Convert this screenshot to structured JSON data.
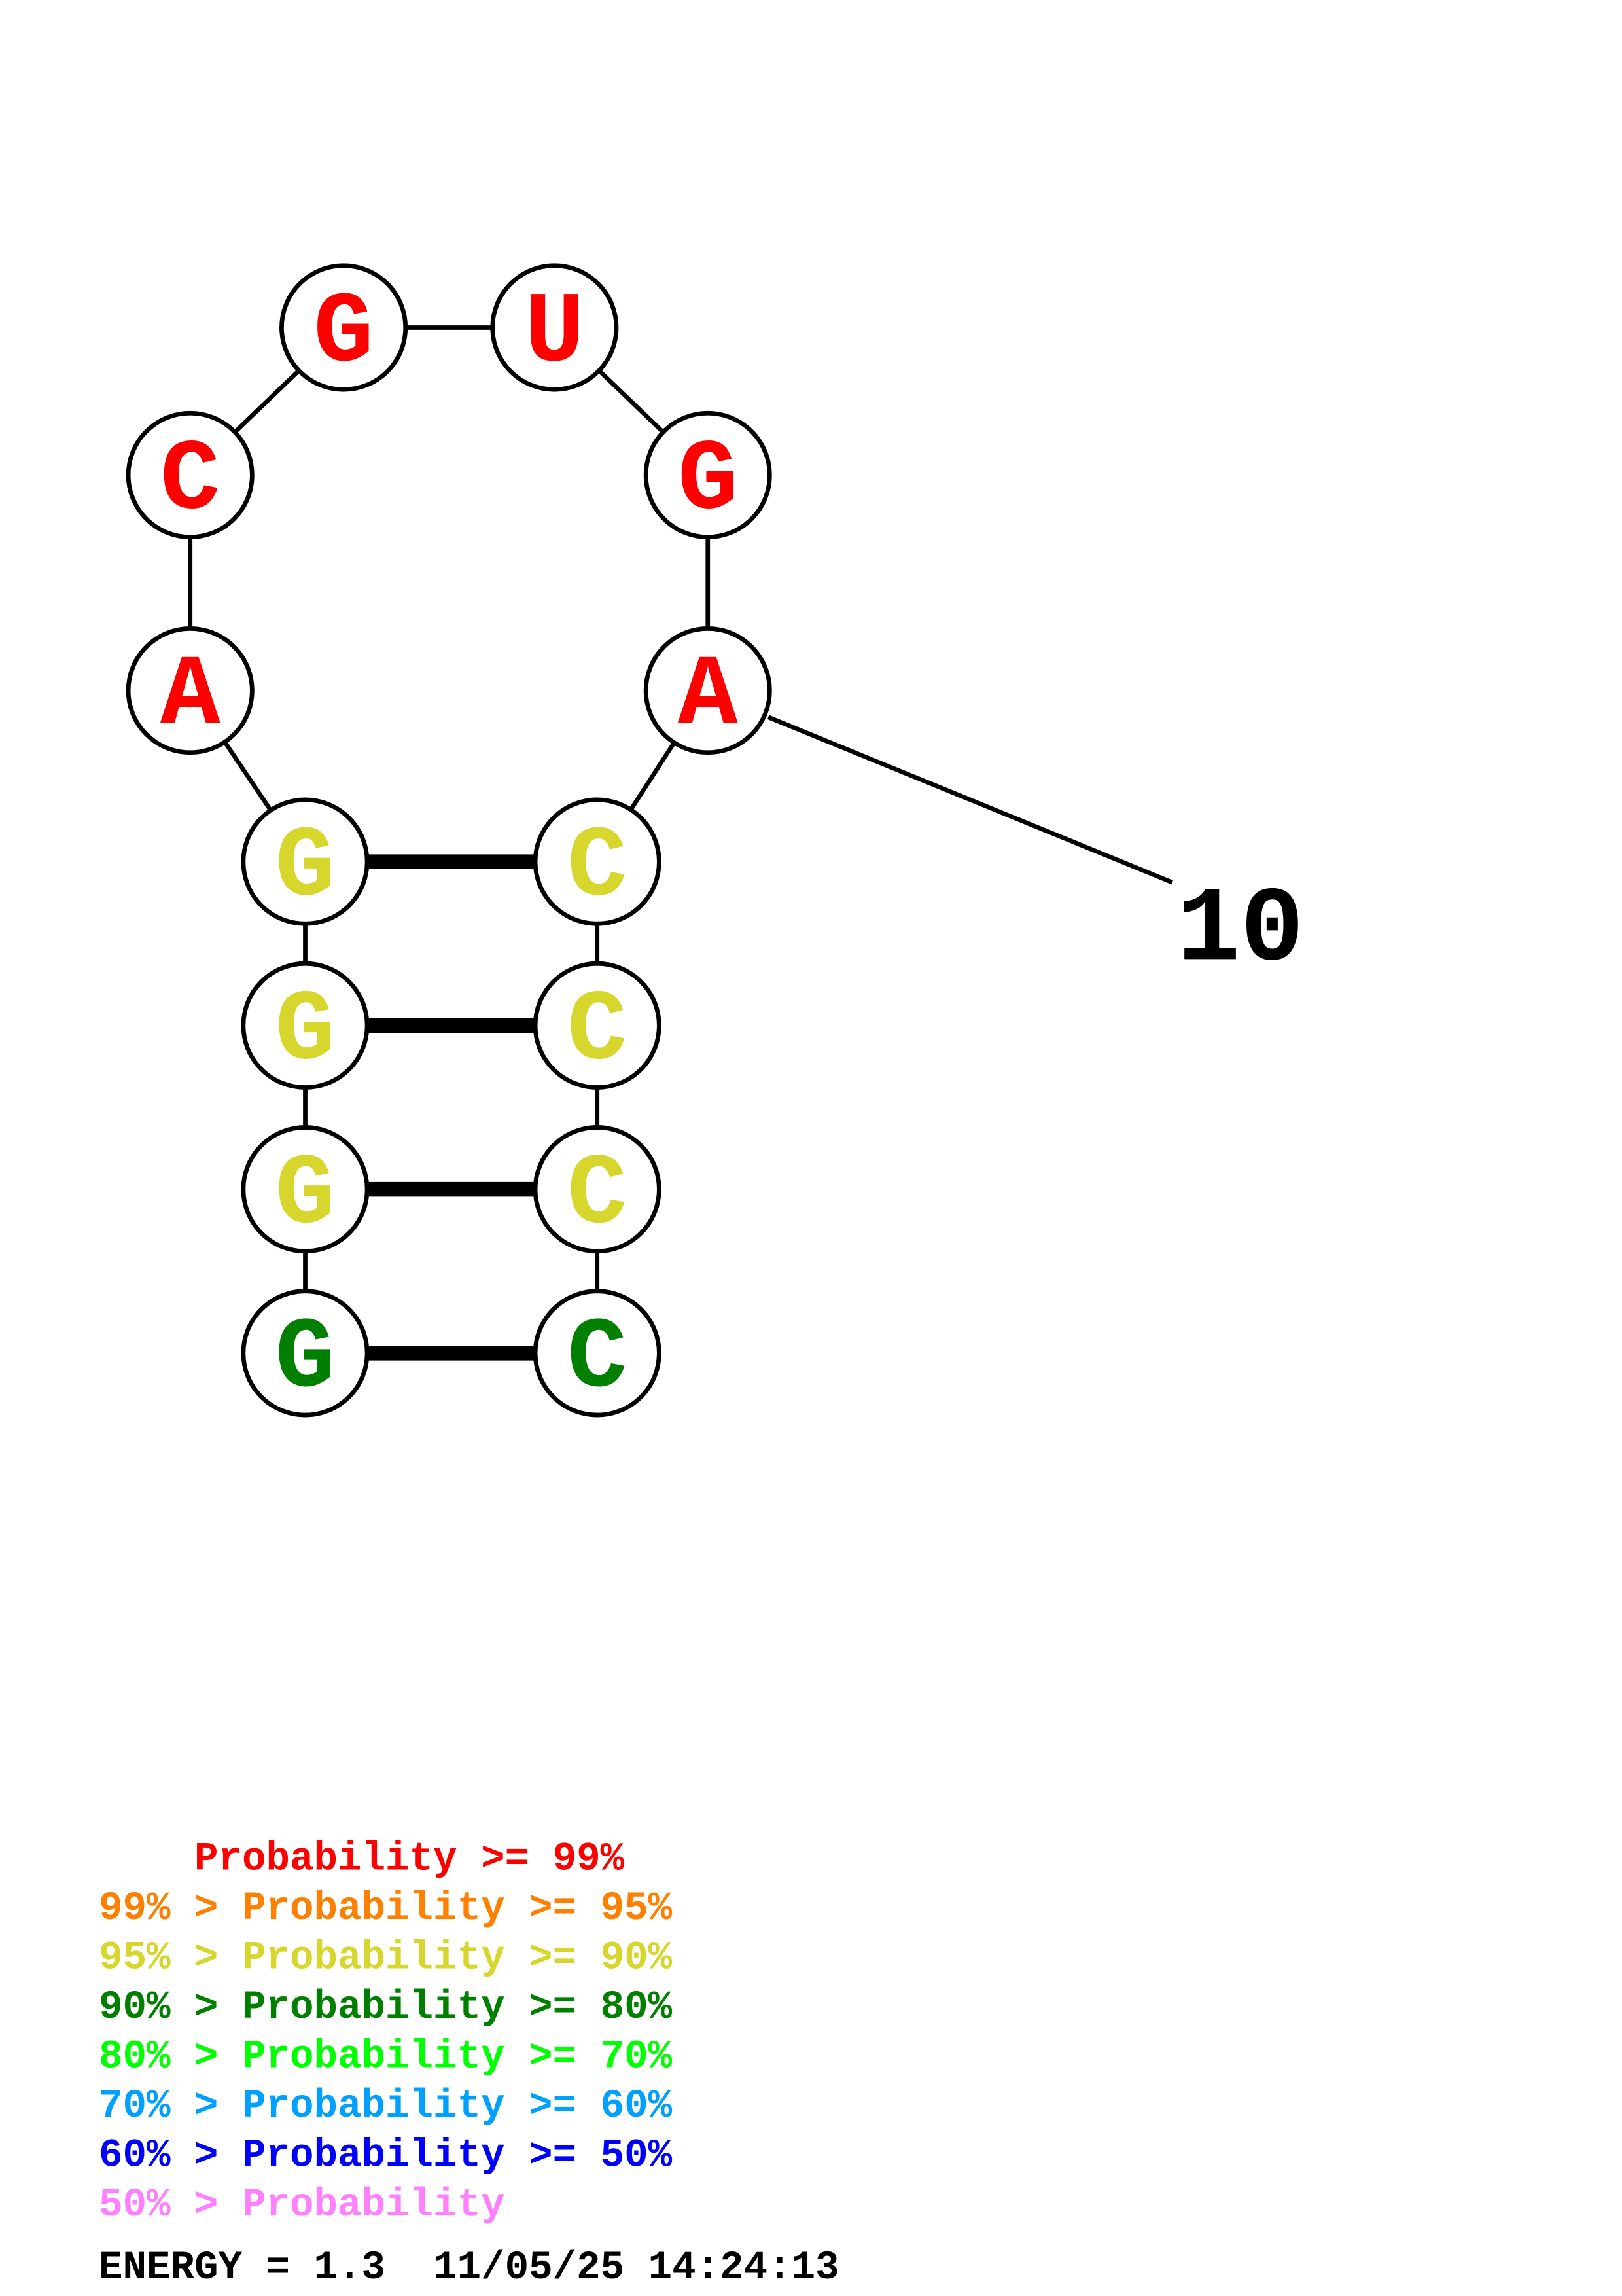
{
  "diagram": {
    "nucleotides": [
      {
        "index": 1,
        "base": "G",
        "color": "#007f00"
      },
      {
        "index": 2,
        "base": "G",
        "color": "#d6d62c"
      },
      {
        "index": 3,
        "base": "G",
        "color": "#d6d62c"
      },
      {
        "index": 4,
        "base": "G",
        "color": "#d6d62c"
      },
      {
        "index": 5,
        "base": "A",
        "color": "#ff0000"
      },
      {
        "index": 6,
        "base": "C",
        "color": "#ff0000"
      },
      {
        "index": 7,
        "base": "G",
        "color": "#ff0000"
      },
      {
        "index": 8,
        "base": "U",
        "color": "#ff0000"
      },
      {
        "index": 9,
        "base": "G",
        "color": "#ff0000"
      },
      {
        "index": 10,
        "base": "A",
        "color": "#ff0000"
      },
      {
        "index": 11,
        "base": "C",
        "color": "#d6d62c"
      },
      {
        "index": 12,
        "base": "C",
        "color": "#d6d62c"
      },
      {
        "index": 13,
        "base": "C",
        "color": "#d6d62c"
      },
      {
        "index": 14,
        "base": "C",
        "color": "#007f00"
      }
    ],
    "pairs": [
      [
        1,
        14
      ],
      [
        2,
        13
      ],
      [
        3,
        12
      ],
      [
        4,
        11
      ]
    ],
    "position_label": "10"
  },
  "legend": [
    {
      "text": "    Probability >= 99%",
      "color": "#ff0000"
    },
    {
      "text": "99% > Probability >= 95%",
      "color": "#ff8000"
    },
    {
      "text": "95% > Probability >= 90%",
      "color": "#d6d62c"
    },
    {
      "text": "90% > Probability >= 80%",
      "color": "#007f00"
    },
    {
      "text": "80% > Probability >= 70%",
      "color": "#00ff00"
    },
    {
      "text": "70% > Probability >= 60%",
      "color": "#00a0ff"
    },
    {
      "text": "60% > Probability >= 50%",
      "color": "#0000ff"
    },
    {
      "text": "50% > Probability",
      "color": "#ff80ff"
    }
  ],
  "footer": {
    "text": "ENERGY = 1.3  11/05/25 14:24:13"
  }
}
